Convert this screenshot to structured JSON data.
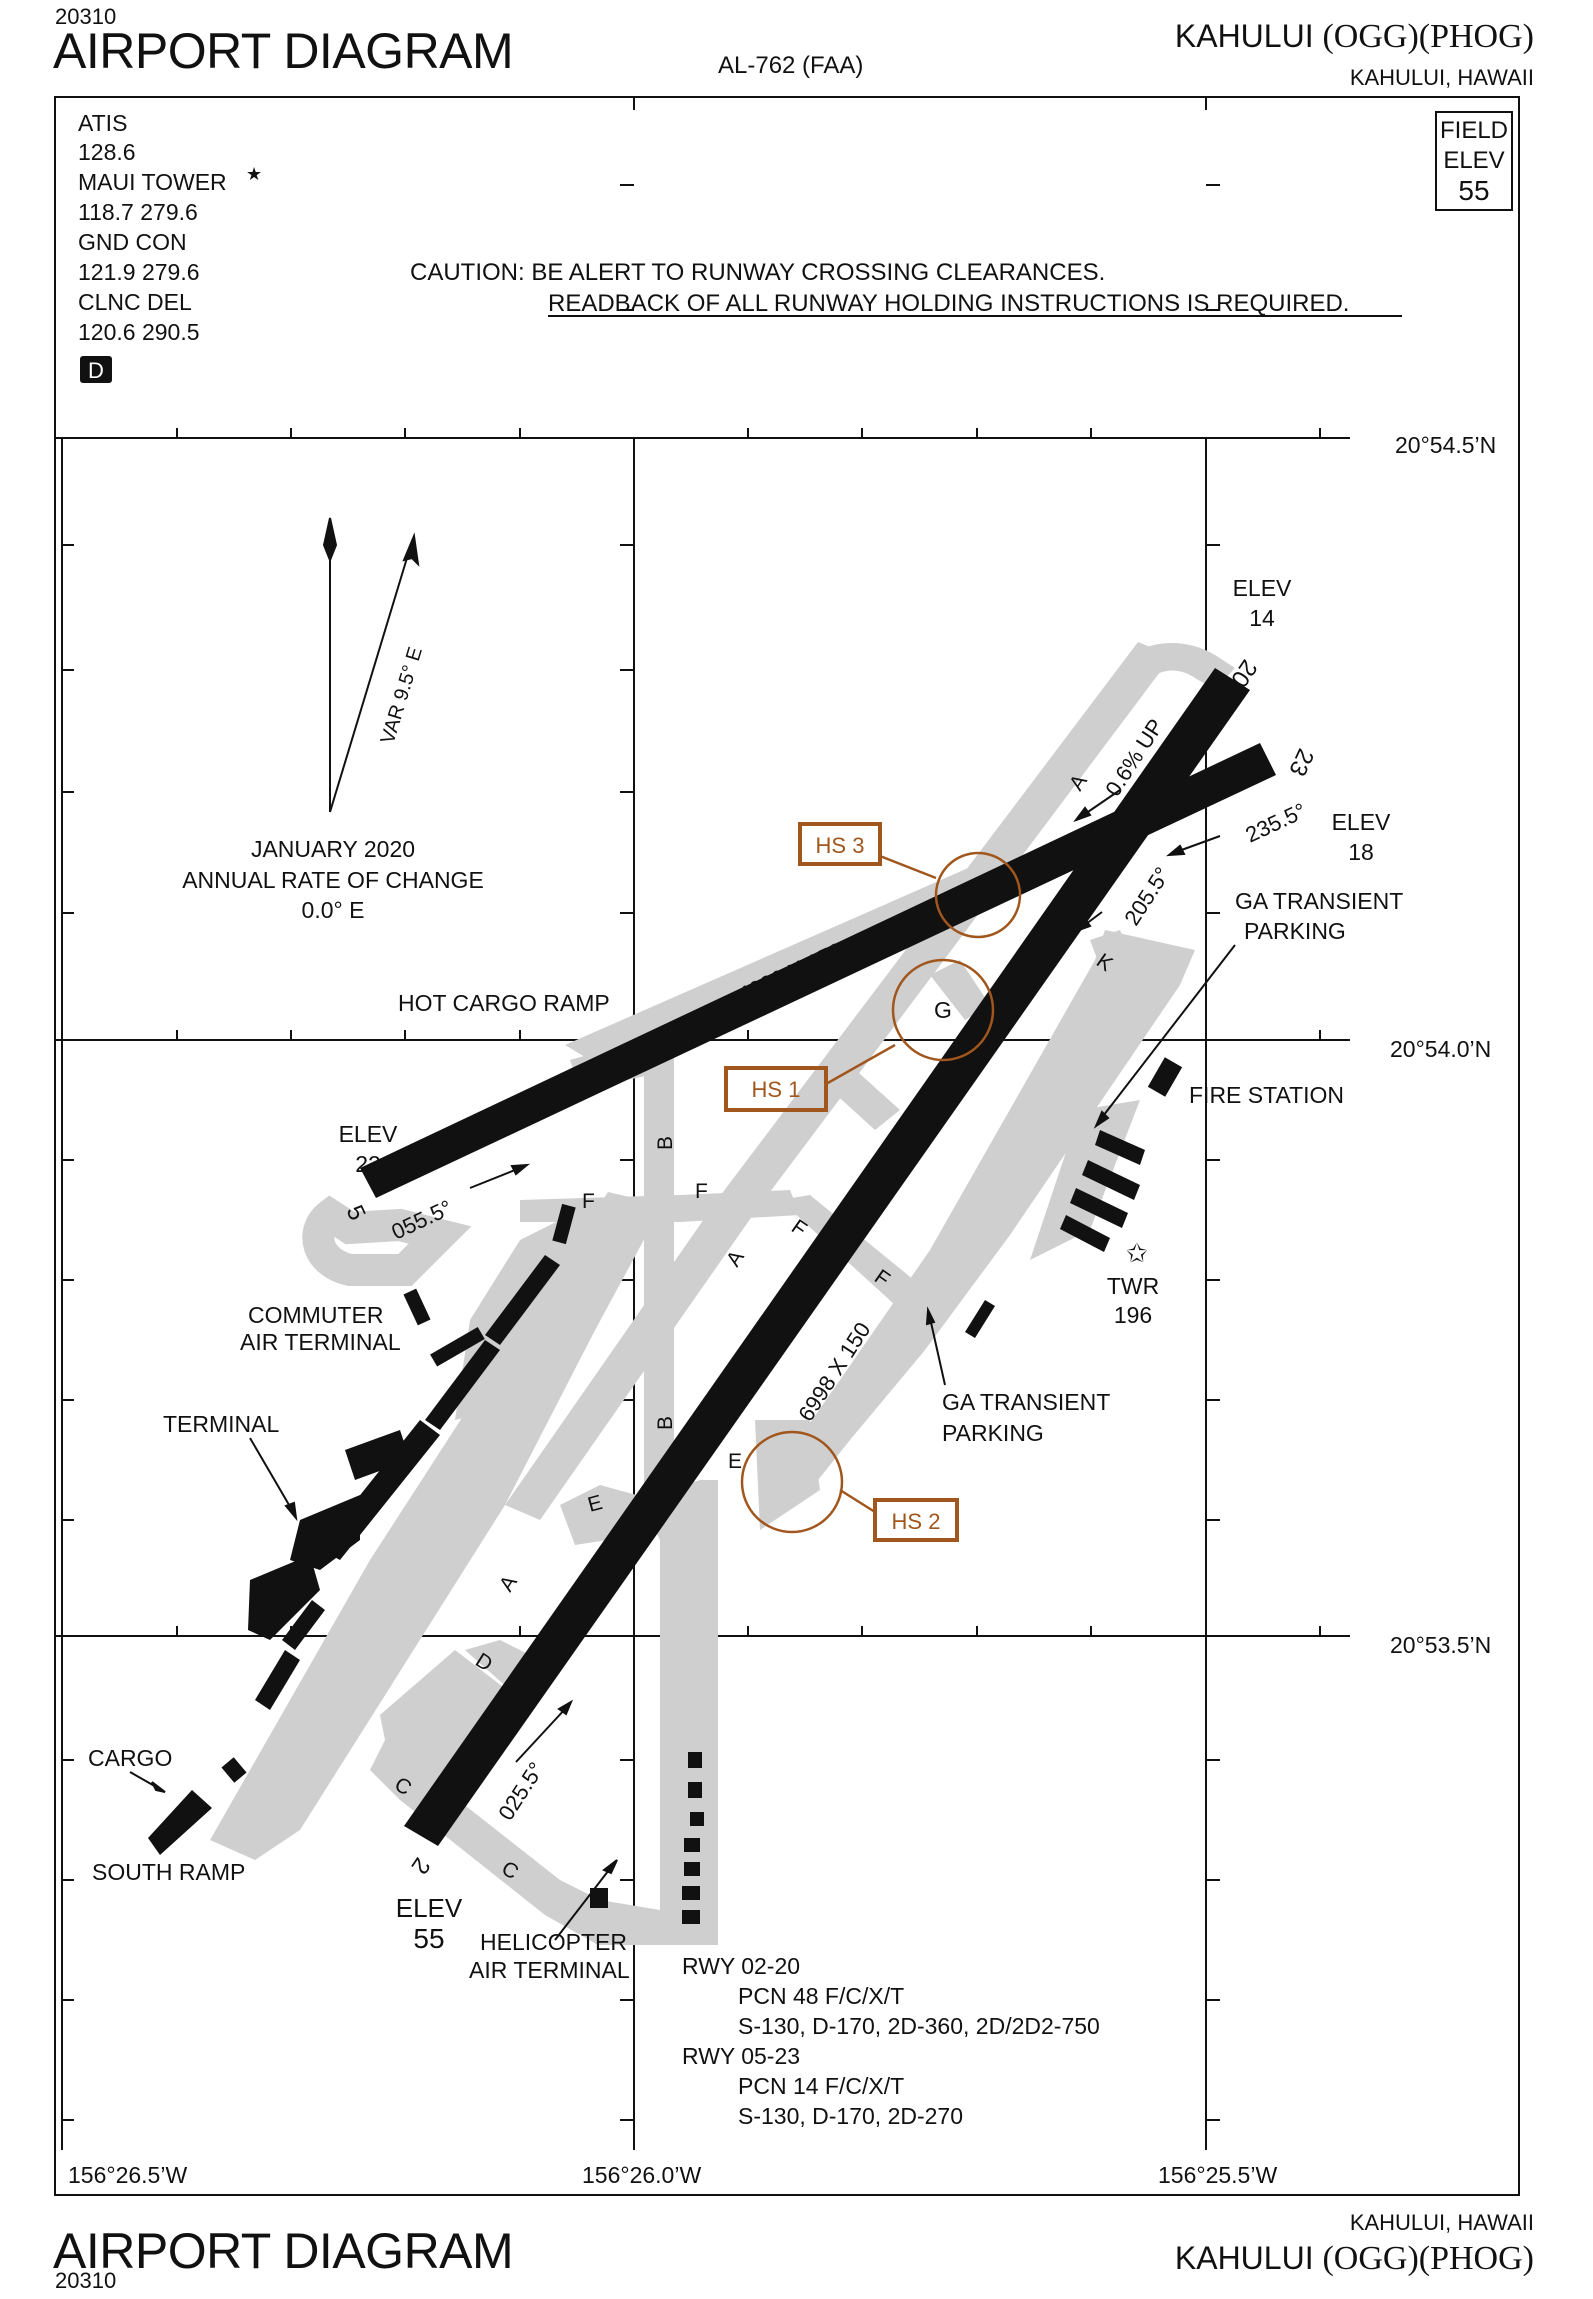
{
  "header": {
    "chart_number": "20310",
    "title": "AIRPORT DIAGRAM",
    "document_id": "AL-762 (FAA)",
    "airport_name": "KAHULUI",
    "airport_ids": "(OGG)(PHOG)",
    "location": "KAHULUI, HAWAII"
  },
  "footer": {
    "chart_number": "20310",
    "title": "AIRPORT DIAGRAM",
    "airport_name": "KAHULUI",
    "airport_ids": "(OGG)(PHOG)",
    "location": "KAHULUI, HAWAII"
  },
  "frequencies": {
    "atis_label": "ATIS",
    "atis_freq": "128.6",
    "tower_label": "MAUI TOWER",
    "tower_freq": "118.7  279.6",
    "gnd_label": "GND CON",
    "gnd_freq": "121.9  279.6",
    "clnc_label": "CLNC DEL",
    "clnc_freq": "120.6  290.5",
    "d_badge": "D"
  },
  "field_elev": {
    "line1": "FIELD",
    "line2": "ELEV",
    "value": "55"
  },
  "caution": {
    "line1": "CAUTION: BE ALERT TO RUNWAY CROSSING CLEARANCES.",
    "line2": "READBACK OF ALL RUNWAY HOLDING INSTRUCTIONS IS REQUIRED."
  },
  "magnetic": {
    "var_label": "VAR 9.5° E",
    "date": "JANUARY 2020",
    "rate_label": "ANNUAL RATE OF CHANGE",
    "rate_value": "0.0° E"
  },
  "coordinates": {
    "lat_top": "20°54.5’N",
    "lat_mid": "20°54.0’N",
    "lat_bottom": "20°53.5’N",
    "lon_left": "156°26.5’W",
    "lon_mid": "156°26.0’W",
    "lon_right": "156°25.5’W"
  },
  "runways": {
    "rwy_2_20_dims": "6998 X 150",
    "rwy_5_23_dims": "4980 X 150",
    "end_2": "2",
    "end_20": "20",
    "end_5": "5",
    "end_23": "23",
    "hdg_025": "025.5°",
    "hdg_205": "205.5°",
    "hdg_055": "055.5°",
    "hdg_235": "235.5°",
    "slope": "0.6% UP"
  },
  "elevations": {
    "elev_label": "ELEV",
    "elev_2": "55",
    "elev_20": "14",
    "elev_5": "22",
    "elev_23": "18",
    "tower_label": "TWR",
    "tower_elev": "196"
  },
  "hotspots": {
    "hs1": "HS 1",
    "hs2": "HS 2",
    "hs3": "HS 3"
  },
  "hotspot_color": "#a0561c",
  "taxiways": {
    "a": "A",
    "b": "B",
    "c": "C",
    "d": "D",
    "e": "E",
    "f": "F",
    "g": "G",
    "k": "K"
  },
  "labels": {
    "hot_cargo": "HOT CARGO RAMP",
    "ga_transient_1": "GA TRANSIENT",
    "ga_parking_1": "PARKING",
    "ga_transient_2": "GA TRANSIENT",
    "ga_parking_2": "PARKING",
    "fire_station": "FIRE STATION",
    "commuter_1": "COMMUTER",
    "commuter_2": "AIR TERMINAL",
    "terminal": "TERMINAL",
    "cargo": "CARGO",
    "south_ramp": "SOUTH RAMP",
    "heli_1": "HELICOPTER",
    "heli_2": "AIR TERMINAL"
  },
  "pavement_info": {
    "rwy1_label": "RWY 02-20",
    "rwy1_pcn": "PCN 48 F/C/X/T",
    "rwy1_strength": "S-130, D-170, 2D-360, 2D/2D2-750",
    "rwy2_label": "RWY 05-23",
    "rwy2_pcn": "PCN 14 F/C/X/T",
    "rwy2_strength": "S-130, D-170, 2D-270"
  }
}
